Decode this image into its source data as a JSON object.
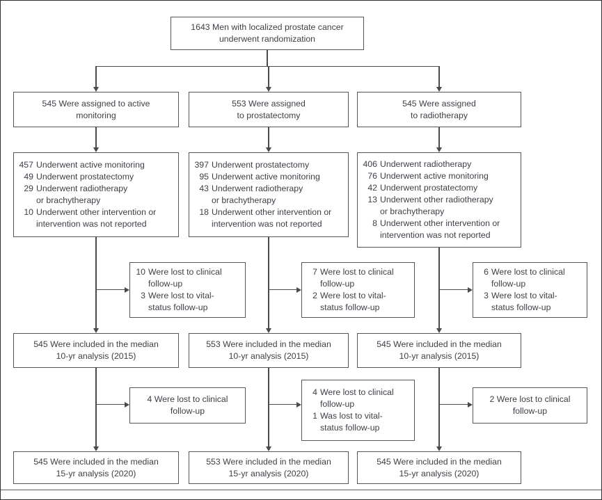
{
  "figure": {
    "root_label": "1643 Men with localized prostate cancer\nunderwent randomization",
    "colors": {
      "line": "#4a4a4e",
      "border": "#54545a",
      "text": "#3e3e46",
      "background": "#ffffff"
    },
    "columns": [
      {
        "assigned": "545 Were assigned to active\nmonitoring",
        "treated": {
          "items": [
            {
              "n": "457",
              "t": "Underwent active monitoring"
            },
            {
              "n": "49",
              "t": "Underwent prostatectomy"
            },
            {
              "n": "29",
              "t": "Underwent radiotherapy\nor brachytherapy"
            },
            {
              "n": "10",
              "t": "Underwent other intervention or\nintervention was not reported"
            }
          ]
        },
        "lost_before_10yr": {
          "items": [
            {
              "n": "10",
              "t": "Were lost to clinical\nfollow-up"
            },
            {
              "n": "3",
              "t": "Were lost to vital-\nstatus follow-up"
            }
          ]
        },
        "analysis_10yr": "545 Were included in the median\n10-yr analysis (2015)",
        "lost_before_15yr": {
          "center_text": "4 Were lost to clinical\nfollow-up"
        },
        "analysis_15yr": "545 Were included in the median\n15-yr analysis (2020)"
      },
      {
        "assigned": "553 Were assigned\nto prostatectomy",
        "treated": {
          "items": [
            {
              "n": "397",
              "t": "Underwent prostatectomy"
            },
            {
              "n": "95",
              "t": "Underwent active monitoring"
            },
            {
              "n": "43",
              "t": "Underwent radiotherapy\nor brachytherapy"
            },
            {
              "n": "18",
              "t": "Underwent other intervention or\nintervention was not reported"
            }
          ]
        },
        "lost_before_10yr": {
          "items": [
            {
              "n": "7",
              "t": "Were lost to clinical\nfollow-up"
            },
            {
              "n": "2",
              "t": "Were lost to vital-\nstatus follow-up"
            }
          ]
        },
        "analysis_10yr": "553 Were included in the median\n10-yr analysis (2015)",
        "lost_before_15yr": {
          "items": [
            {
              "n": "4",
              "t": "Were lost to clinical\nfollow-up"
            },
            {
              "n": "1",
              "t": "Was lost to vital-\nstatus follow-up"
            }
          ]
        },
        "analysis_15yr": "553 Were included in the median\n15-yr analysis (2020)"
      },
      {
        "assigned": "545 Were assigned\nto radiotherapy",
        "treated": {
          "items": [
            {
              "n": "406",
              "t": "Underwent radiotherapy"
            },
            {
              "n": "76",
              "t": "Underwent active monitoring"
            },
            {
              "n": "42",
              "t": "Underwent prostatectomy"
            },
            {
              "n": "13",
              "t": "Underwent other radiotherapy\nor brachytherapy"
            },
            {
              "n": "8",
              "t": "Underwent other intervention or\nintervention was not reported"
            }
          ]
        },
        "lost_before_10yr": {
          "items": [
            {
              "n": "6",
              "t": "Were lost to clinical\nfollow-up"
            },
            {
              "n": "3",
              "t": "Were lost to vital-\nstatus follow-up"
            }
          ]
        },
        "analysis_10yr": "545 Were included in the median\n10-yr analysis (2015)",
        "lost_before_15yr": {
          "center_text": "2 Were lost to clinical\nfollow-up"
        },
        "analysis_15yr": "545 Were included in the median\n15-yr analysis (2020)"
      }
    ]
  }
}
